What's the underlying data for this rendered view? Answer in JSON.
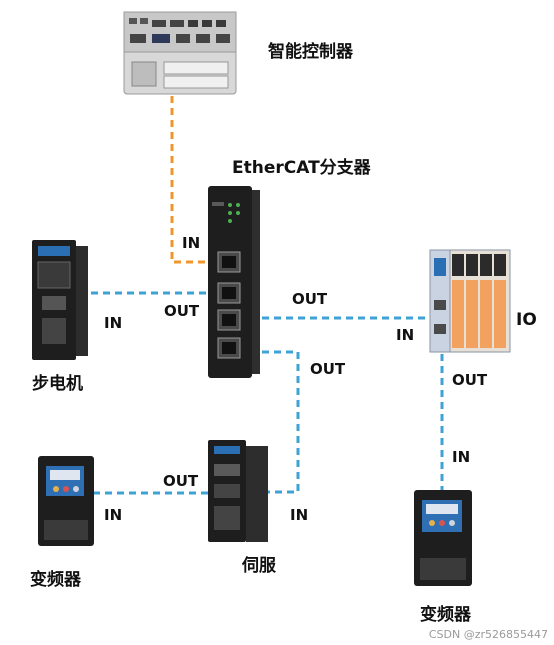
{
  "devices": {
    "controller": "智能控制器",
    "switch": "EtherCAT分支器",
    "stepper": "步电机",
    "io": "IO",
    "vfd_left": "变频器",
    "servo": "伺服",
    "vfd_right": "变频器"
  },
  "ports": {
    "switch_in": "IN",
    "switch_out1": "OUT",
    "stepper_out": "OUT",
    "stepper_in": "IN",
    "io_in": "IN",
    "switch_out3": "OUT",
    "io_out": "OUT",
    "vfd_right_in": "IN",
    "vfd_left_out": "OUT",
    "vfd_left_in": "IN",
    "servo_in": "IN"
  },
  "colors": {
    "upstream_link": "#f0962b",
    "downstream_link": "#3ea2d6",
    "device_body": "#1e1e1e",
    "panel_blue": "#2a6fb4",
    "io_terminal": "#f2a15f"
  },
  "watermark": "CSDN @zr526855447"
}
